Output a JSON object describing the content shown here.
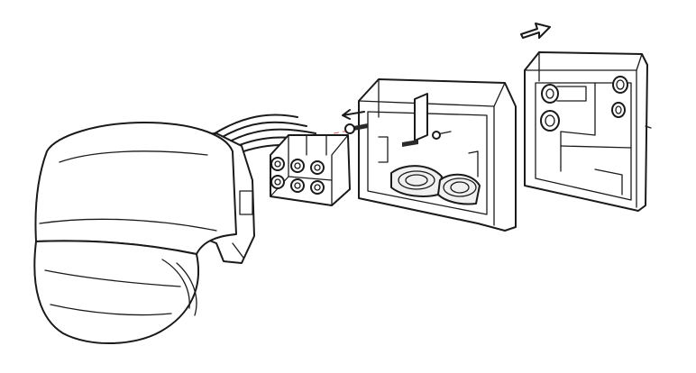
{
  "diagram": {
    "parts": [
      "motion-sensor-head",
      "terminal-block",
      "mounting-bracket",
      "wall-back-plate"
    ],
    "colors": {
      "outline": "#1a1a1a",
      "guide_line": "#e06060",
      "background": "#ffffff"
    },
    "arrow_icon": "hollow-arrow-right"
  }
}
